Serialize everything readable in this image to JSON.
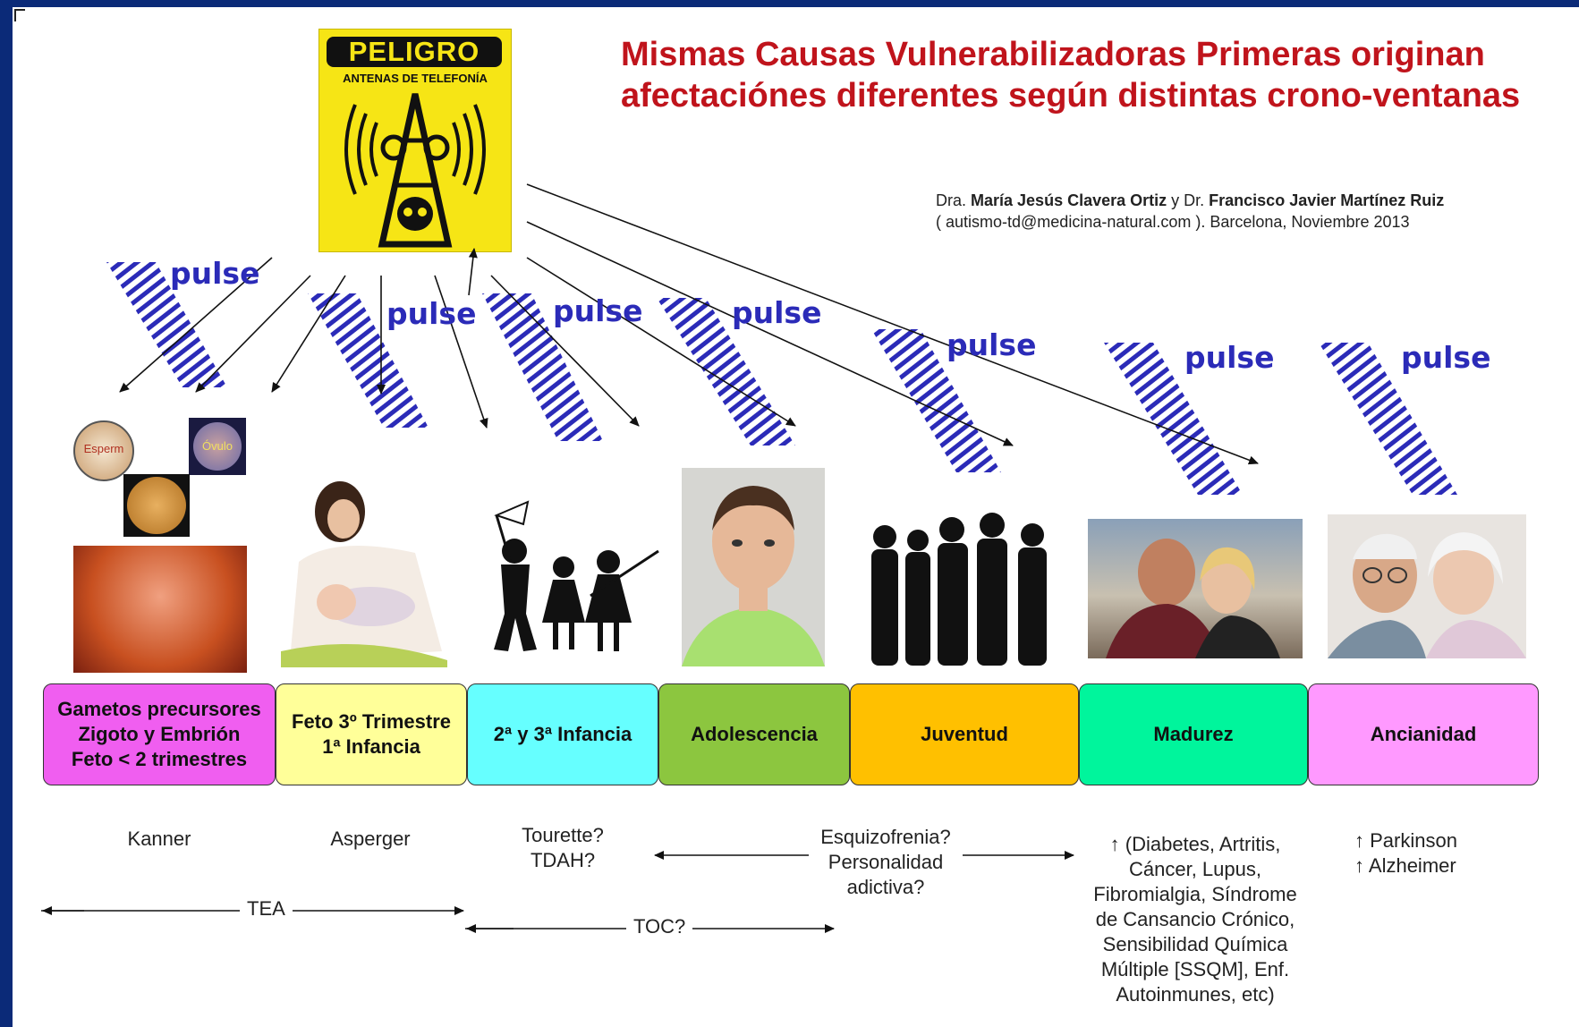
{
  "title": {
    "line1": "Mismas Causas Vulnerabilizadoras Primeras originan",
    "line2": "afectaciónes diferentes según distintas crono-ventanas"
  },
  "authors": {
    "prefix1": "Dra. ",
    "name1": "María Jesús Clavera Ortiz",
    "join": " y Dr. ",
    "name2": "Francisco Javier Martínez Ruiz",
    "line2": "( autismo-td@medicina-natural.com ). Barcelona, Noviembre 2013"
  },
  "sign": {
    "title": "PELIGRO",
    "subtitle": "ANTENAS DE TELEFONÍA"
  },
  "pulse_label": "pulse",
  "photo_labels": {
    "sperm": "Esperm",
    "ovum": "Óvulo"
  },
  "stages": [
    {
      "label": "Gametos precursores\nZigoto y Embrión\nFeto < 2 trimestres",
      "color": "#f05ef0"
    },
    {
      "label": "Feto 3º Trimestre\n1ª Infancia",
      "color": "#ffff99"
    },
    {
      "label": "2ª y 3ª Infancia",
      "color": "#66ffff"
    },
    {
      "label": "Adolescencia",
      "color": "#8cc63f"
    },
    {
      "label": "Juventud",
      "color": "#ffc000"
    },
    {
      "label": "Madurez",
      "color": "#00f59c"
    },
    {
      "label": "Ancianidad",
      "color": "#ff99ff"
    }
  ],
  "conditions": {
    "kanner": "Kanner",
    "asperger": "Asperger",
    "tourette": "Tourette?\nTDAH?",
    "esquizo": "Esquizofrenia?\nPersonalidad\nadictiva?",
    "madurez": "↑ (Diabetes, Artritis,\nCáncer, Lupus,\nFibromialgia, Síndrome\nde Cansancio Crónico,\nSensibilidad Química\nMúltiple [SSQM], Enf.\nAutoinmunes, etc)",
    "ancianidad": "↑ Parkinson\n↑ Alzheimer"
  },
  "ranges": {
    "tea": "TEA",
    "toc": "TOC?"
  }
}
